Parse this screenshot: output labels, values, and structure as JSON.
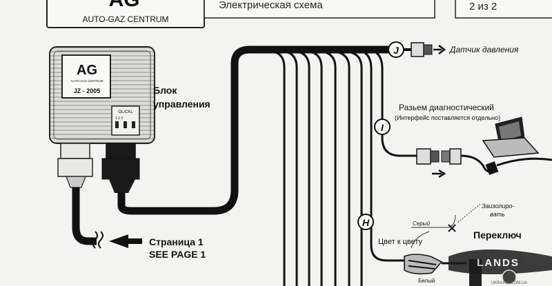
{
  "header": {
    "brand_letters": "AG",
    "brand_name": "AUTO-GAZ CENTRUM",
    "title": "Электрическая схема",
    "page_indicator": "2 из 2"
  },
  "ecu": {
    "logo": "AG",
    "logo_sub": "AUTO-GAZ CENTRUM",
    "model": "JZ - 2005",
    "switch_label": "OL/CKL",
    "label_line1": "Блок",
    "label_line2": "управления"
  },
  "page_ref": {
    "line1": "Страница 1",
    "line2": "SEE PAGE 1"
  },
  "connectors": {
    "J": "J",
    "I": "I",
    "H": "H"
  },
  "labels": {
    "pressure_sensor": "Датчик давления",
    "diag_title": "Разьем диагностический",
    "diag_sub": "(Интерфейс поставляется отдельно)",
    "isolate_1": "Заизолиро-",
    "isolate_2": "вать",
    "grey_wire": "Серый",
    "color_to_color": "Цвет к цвету",
    "switch": "Переключ",
    "white_wire": "Белый"
  },
  "watermark": {
    "text": "LANDS",
    "sub": "UKRAINE.COM.UA"
  },
  "icons": [
    "laptop-icon",
    "wavy-break-icon",
    "arrow-right-icon",
    "connector-plug-icon",
    "ground-x-icon"
  ]
}
